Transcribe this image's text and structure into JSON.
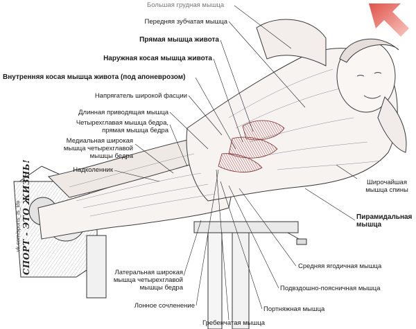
{
  "labels": {
    "pectoralis_major": "Большая грудная мышца",
    "serratus_anterior": "Передняя зубчатая мышца",
    "rectus_abdominis": "Прямая мышца живота",
    "external_oblique": "Наружная косая мышца живота",
    "internal_oblique": "Внутренняя косая мышца живота (под апоневрозом)",
    "tensor_fasciae_latae": "Напрягатель широкой фасции",
    "adductor_longus": "Длинная приводящая мышца",
    "quadriceps_rectus": "Четырехглавая мышца бедра,\nпрямая мышца бедра",
    "vastus_medialis": "Медиальная широкая\nмышца четырехглавой\nмышцы бедра",
    "patella": "Надколенник",
    "latissimus_dorsi": "Широчайшая\nмышца спины",
    "piriformis": "Пирамидальная\nмышца",
    "gluteus_medius": "Средняя ягодичная мышца",
    "iliopsoas": "Подвздошно-поясничная мышца",
    "sartorius": "Портняжная мышца",
    "pectineus": "Гребенчатая мышца",
    "pubic_symphysis": "Лонное сочленение",
    "vastus_lateralis": "Латеральная широкая\nмышца четырехглавой\nмышцы бедра"
  },
  "watermark": {
    "text": "СПОРТ - ЭТО ЖИЗНЬ!",
    "url": "vk.com/sports_is_life"
  },
  "colors": {
    "ink": "#1a1a1a",
    "muscle_highlight": "#b0464a",
    "arrow": "#e0534a"
  },
  "icons": {
    "direction_arrow": "arrow-up-right-icon"
  }
}
